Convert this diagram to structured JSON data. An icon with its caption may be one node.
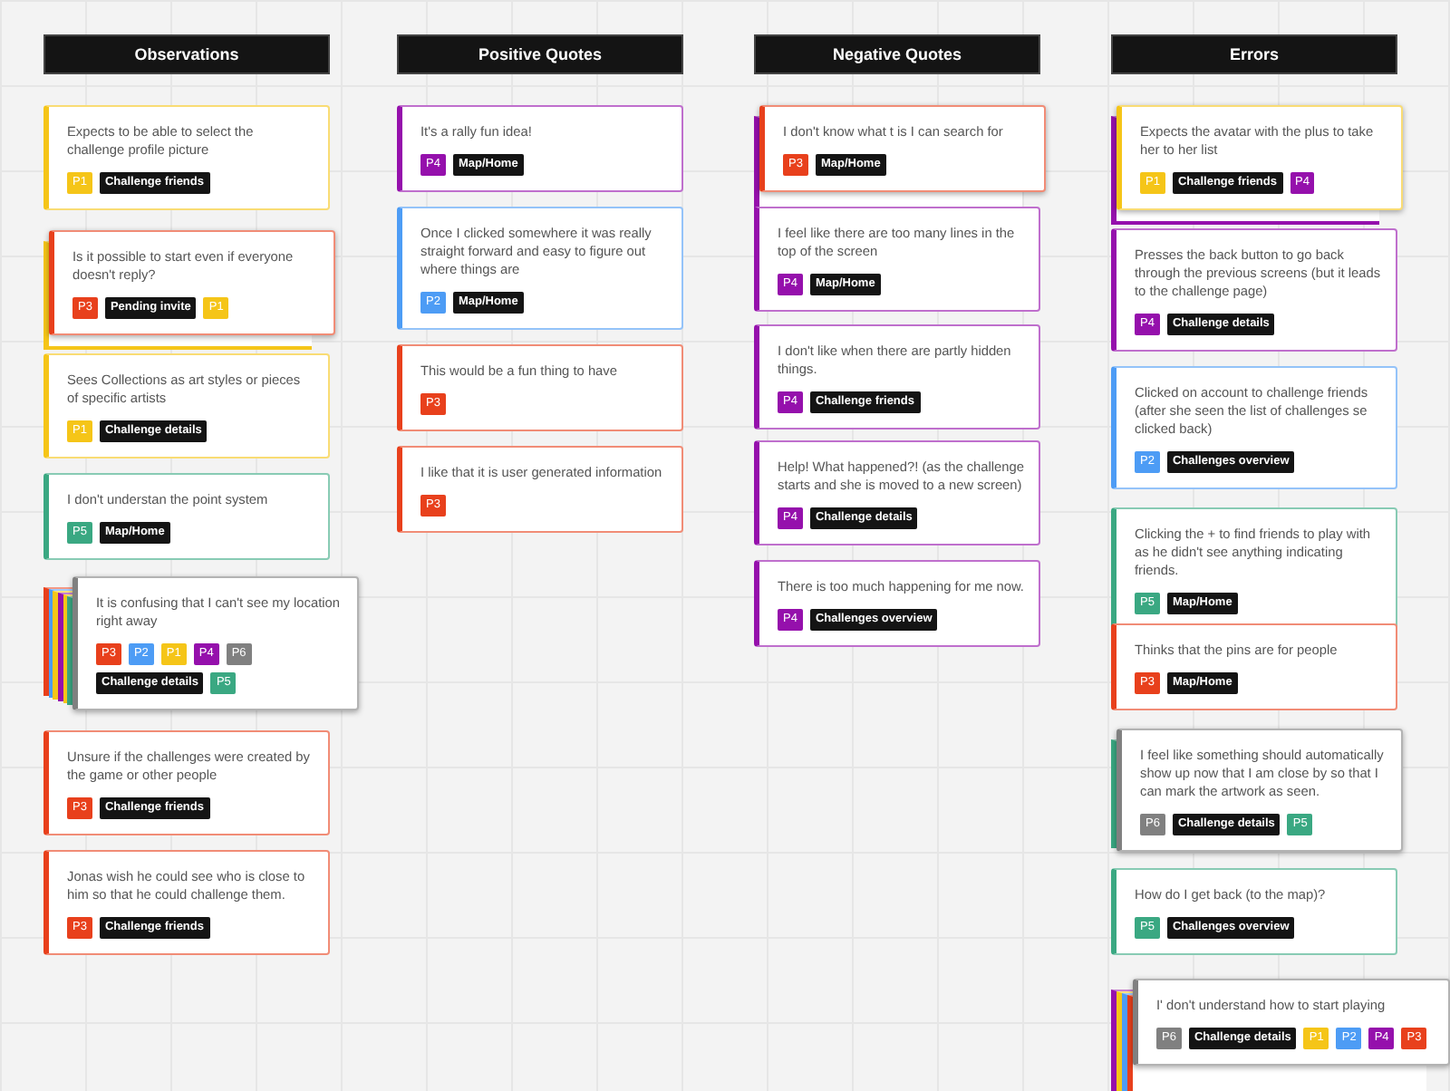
{
  "diagram": {
    "nodes": [
      {
        "text": [
          "Observations"
        ]
      },
      {
        "text": [
          "Expects to be able to select the challenge profile picture",
          "P1",
          "Challenge friends"
        ]
      },
      {
        "text": [
          "Is it possible to start even if everyone doesn't reply?",
          "P3",
          "Pending invite",
          "P1"
        ]
      },
      {
        "text": [
          "Sees Collections as art styles or pieces of specific artists",
          "P1",
          "Challenge details"
        ]
      },
      {
        "text": [
          "I don't understan the point system",
          "P5",
          "Map/Home"
        ]
      },
      {
        "text": [
          "It is confusing that I can't see my location right away",
          "P3",
          "P2",
          "P1",
          "P4",
          "P6",
          "Challenge details",
          "P5"
        ]
      },
      {
        "text": [
          "Unsure if the challenges were created by the game or other people",
          "P3",
          "Challenge friends"
        ]
      },
      {
        "text": [
          "Jonas wish he could see who is close to him so that he could challenge them.",
          "P3",
          "Challenge friends"
        ]
      },
      {
        "text": [
          "Positive Quotes"
        ]
      },
      {
        "text": [
          "It's a rally fun idea!",
          "P4",
          "Map/Home"
        ]
      },
      {
        "text": [
          "Once I clicked somewhere it was really straight forward and easy to figure out where things are",
          "P2",
          "Map/Home"
        ]
      },
      {
        "text": [
          "This would be a fun thing to have",
          "P3"
        ]
      },
      {
        "text": [
          "I like that it is user generated information",
          "P3"
        ]
      },
      {
        "text": [
          "Negative Quotes"
        ]
      },
      {
        "text": [
          "I don't know what t is I can search for",
          "P3",
          "Map/Home"
        ]
      },
      {
        "text": [
          "I feel like there are too many lines in the top of the screen",
          "P4",
          "Map/Home"
        ]
      },
      {
        "text": [
          "I don't like when there are partly hidden things.",
          "P4",
          "Challenge friends"
        ]
      },
      {
        "text": [
          "Help! What happened?!  (as the challenge starts and she is moved to a new screen)",
          "P4",
          "Challenge details"
        ]
      },
      {
        "text": [
          "There is too much happening for me now.",
          "P4",
          "Challenges overview"
        ]
      },
      {
        "text": [
          "Errors"
        ]
      },
      {
        "text": [
          "Expects the avatar with the plus to take her to her list",
          "P1",
          "Challenge friends",
          "P4"
        ]
      },
      {
        "text": [
          "Presses the back button to go back through the previous screens (but it leads to the challenge page)",
          "P4",
          "Challenge details"
        ]
      },
      {
        "text": [
          "Clicked on account to challenge friends (after she seen the list of challenges se clicked back)",
          "P2",
          "Challenges overview"
        ]
      },
      {
        "text": [
          "Clicking the + to find friends to play with as he didn't see anything indicating friends.",
          "P5",
          "Map/Home"
        ]
      },
      {
        "text": [
          "Thinks that the pins are for people",
          "P3",
          "Map/Home"
        ]
      },
      {
        "text": [
          "I feel like something should automatically show up now that I am close by so that I can mark the artwork as seen.",
          "P6",
          "Challenge details",
          "P5"
        ]
      },
      {
        "text": [
          "How do I get back (to the map)?",
          "P5",
          "Challenges overview"
        ]
      },
      {
        "text": [
          "I' don't understand how to start playing",
          "P6",
          "Challenge details",
          "P1",
          "P2",
          "P4",
          "P3"
        ]
      }
    ]
  }
}
